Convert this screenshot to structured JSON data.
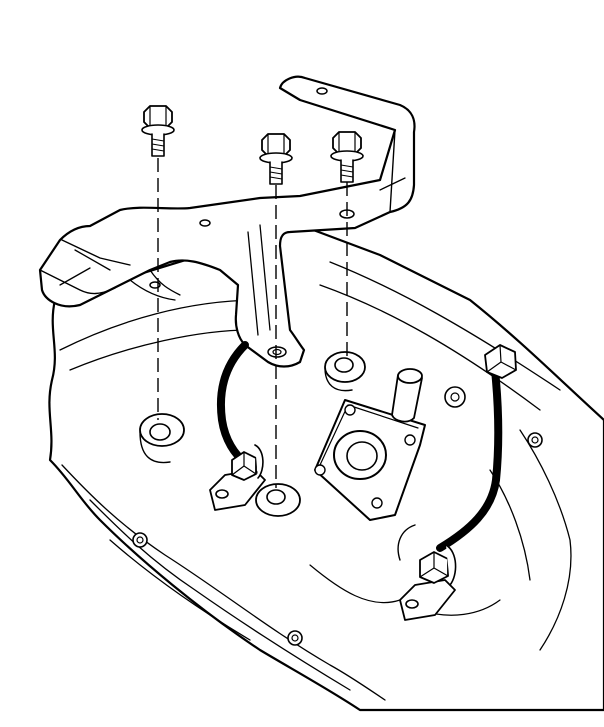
{
  "diagram": {
    "colors": {
      "line": "#000000",
      "background": "#ffffff"
    },
    "parts": [
      "engine-block",
      "mounting-bracket",
      "bolt",
      "bolt",
      "bolt",
      "sensor-plate",
      "fuel-line",
      "fuel-line-fitting",
      "fuel-line-fitting",
      "alignment-guide-line"
    ]
  }
}
